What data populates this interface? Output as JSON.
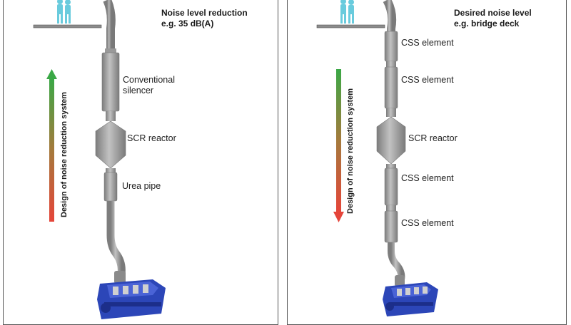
{
  "left_panel": {
    "title_line1": "Noise level reduction",
    "title_line2": "e.g. 35 dB(A)",
    "label_silencer_1": "Conventional",
    "label_silencer_2": "silencer",
    "label_scr": "SCR reactor",
    "label_pipe": "Urea pipe",
    "axis_label": "Design of noise reduction system",
    "arrow_direction": "up"
  },
  "right_panel": {
    "title_line1": "Desired noise level",
    "title_line2": "e.g. bridge deck",
    "label_css_1": "CSS element",
    "label_css_2": "CSS element",
    "label_scr": "SCR reactor",
    "label_css_3": "CSS element",
    "label_css_4": "CSS element",
    "axis_label": "Design of noise reduction system",
    "arrow_direction": "down"
  },
  "colors": {
    "gradient_green": "#3aa846",
    "gradient_red": "#e5453a",
    "pipe_gray": "#9a9a9a",
    "engine_blue": "#2c46b8",
    "people_cyan": "#4fc3d8"
  },
  "icons": [
    "people-icon",
    "engine-icon"
  ]
}
